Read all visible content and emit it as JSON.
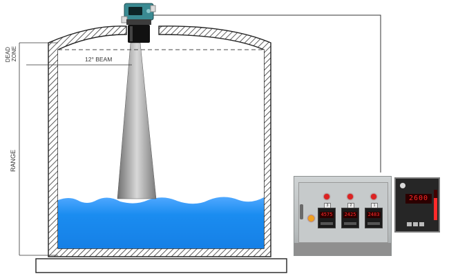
{
  "labels": {
    "dead_zone_line1": "DEAD",
    "dead_zone_line2": "ZONE",
    "beam": "12° BEAM",
    "range": "RANGE"
  },
  "colors": {
    "water": "#1a8cf0",
    "water_light": "#5fb4ff",
    "tank_wall": "#222222",
    "beam": "#9a9a9a"
  },
  "icons": {
    "sensor": "ultrasonic-transmitter-icon",
    "panel": "control-panel-icon",
    "meter": "panel-meter-icon"
  },
  "panel": {
    "channel_numbers": [
      "1",
      "2",
      "3"
    ],
    "readings": [
      "4575",
      "2425",
      "2483"
    ]
  },
  "meter": {
    "reading": "2600",
    "bar_level": 0.72
  }
}
